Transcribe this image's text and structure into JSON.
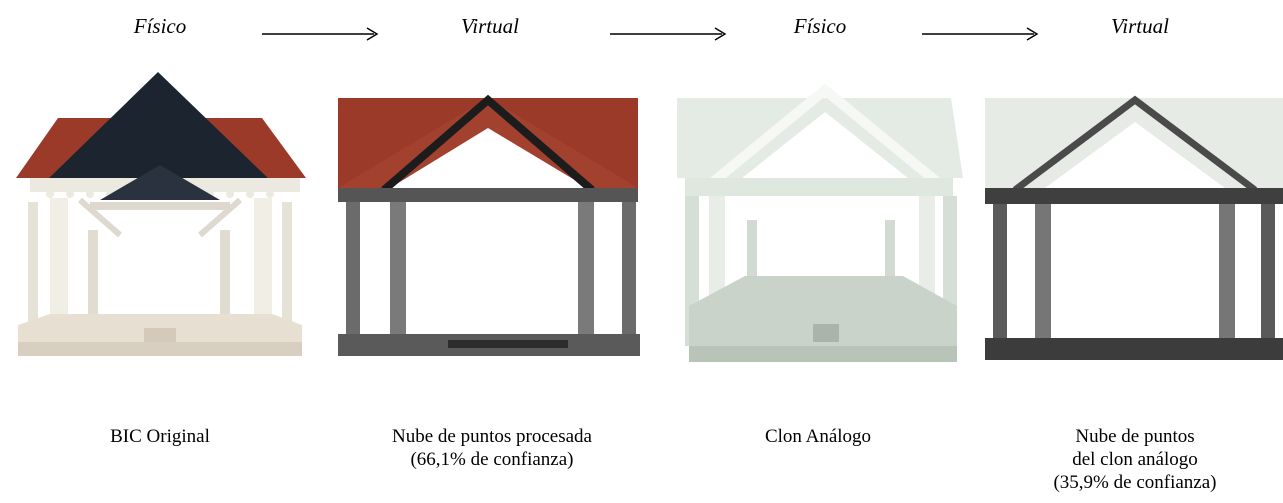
{
  "stages": [
    "Físico",
    "Virtual",
    "Físico",
    "Virtual"
  ],
  "captions": [
    [
      "BIC Original"
    ],
    [
      "Nube de puntos procesada",
      "(66,1% de confianza)"
    ],
    [
      "Clon Análogo"
    ],
    [
      "Nube de puntos",
      "del clon análogo",
      "(35,9% de confianza)"
    ]
  ],
  "colors": {
    "roof_red": "#9c3a2a",
    "roof_dark": "#1c2430",
    "column_white": "#ece9e0",
    "clone_green": "#dfe8df",
    "point_cloud_gray": "#6b6b6b"
  }
}
